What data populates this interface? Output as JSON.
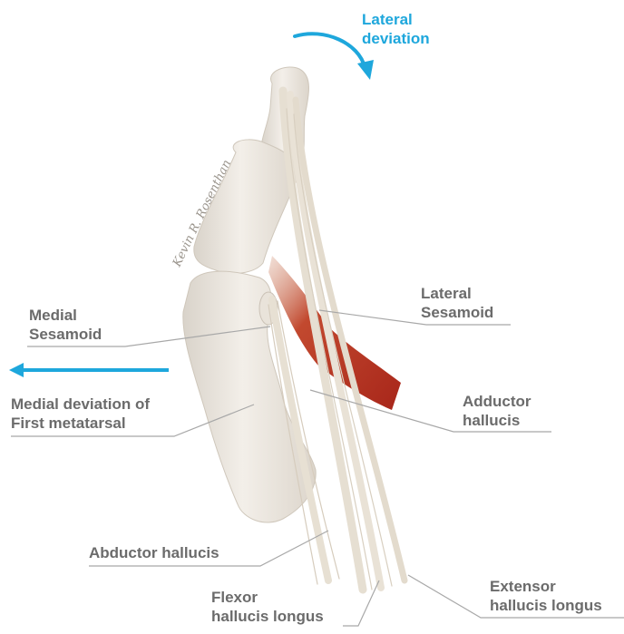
{
  "labels": {
    "lateral_deviation": [
      "Lateral",
      "deviation"
    ],
    "medial_sesamoid": [
      "Medial",
      "Sesamoid"
    ],
    "lateral_sesamoid": [
      "Lateral",
      "Sesamoid"
    ],
    "medial_deviation": [
      "Medial deviation of",
      "First metatarsal"
    ],
    "adductor_hallucis": [
      "Adductor",
      "hallucis"
    ],
    "abductor_hallucis": [
      "Abductor hallucis"
    ],
    "flexor_hallucis_longus": [
      "Flexor",
      "hallucis longus"
    ],
    "extensor_hallucis_longus": [
      "Extensor",
      "hallucis longus"
    ]
  },
  "signature": "Kevin R. Rosenthan",
  "colors": {
    "arrow": "#1ea7dc",
    "label_text": "#6b6b6b",
    "leader_line": "#a8a8a8",
    "bone": "#ebe6de",
    "tendon": "#e4ddd0",
    "muscle": "#b8301f"
  }
}
